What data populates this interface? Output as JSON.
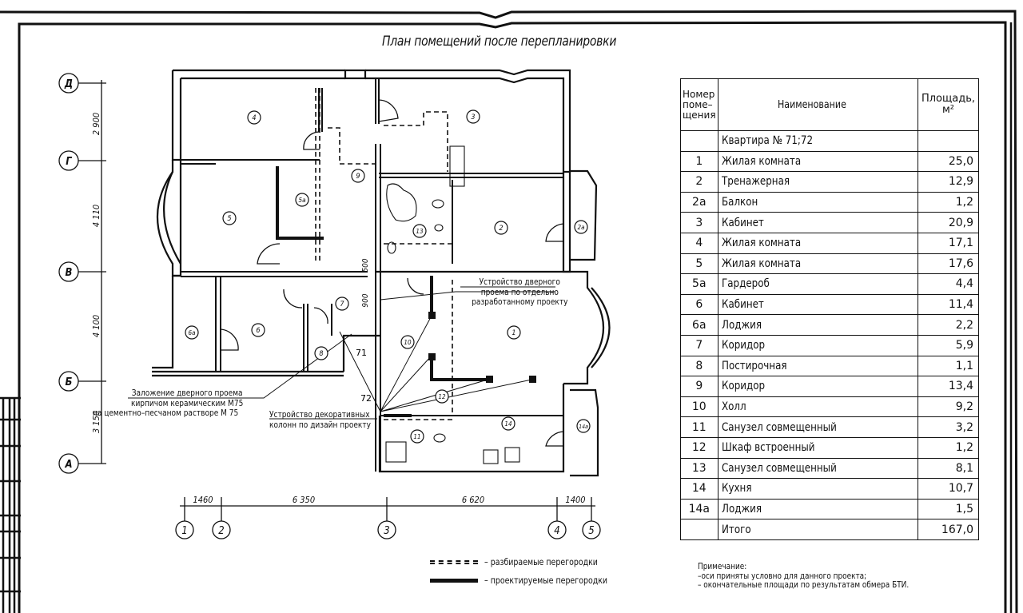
{
  "drawing": {
    "title": "План помещений после перепланировки",
    "axes_rows": [
      {
        "label": "Д"
      },
      {
        "label": "Г"
      },
      {
        "label": "В"
      },
      {
        "label": "Б"
      },
      {
        "label": "А"
      }
    ],
    "row_dimensions": [
      "2 900",
      "4 110",
      "4 100",
      "3 150"
    ],
    "axes_cols": [
      {
        "label": "1"
      },
      {
        "label": "2"
      },
      {
        "label": "3"
      },
      {
        "label": "4"
      },
      {
        "label": "5"
      }
    ],
    "col_dimensions": [
      "1460",
      "6 350",
      "6 620",
      "1400"
    ],
    "inner_dimensions": [
      "500",
      "900"
    ],
    "room_markers": [
      "1",
      "2",
      "2а",
      "3",
      "4",
      "5",
      "5а",
      "6",
      "6а",
      "7",
      "8",
      "9",
      "10",
      "11",
      "12",
      "13",
      "14",
      "14а"
    ],
    "apartment_labels": [
      "71",
      "72"
    ],
    "annotations": {
      "door_opening_new": [
        "Устройство дверного",
        "проема по отдельно",
        "разработанному проекту"
      ],
      "door_fill": [
        "Заложение дверного проема",
        "кирпичом керамическим М75",
        "на цементно–песчаном растворе М 75"
      ],
      "decor_columns": [
        "Устройство декоративных",
        "колонн по дизайн проекту"
      ]
    },
    "legend": {
      "dismantled": "– разбираемые перегородки",
      "designed": "– проектируемые перегородки"
    }
  },
  "table": {
    "headers": {
      "number": "Номер поме- щения",
      "number_lines": [
        "Номер",
        "поме–",
        "щения"
      ],
      "name": "Наименование",
      "area": "Площадь,",
      "area_unit": "м²"
    },
    "apartment": "Квартира № 71;72",
    "rows": [
      {
        "num": "1",
        "name": "Жилая комната",
        "area": "25,0"
      },
      {
        "num": "2",
        "name": "Тренажерная",
        "area": "12,9"
      },
      {
        "num": "2а",
        "name": "Балкон",
        "area": "1,2"
      },
      {
        "num": "3",
        "name": "Кабинет",
        "area": "20,9"
      },
      {
        "num": "4",
        "name": "Жилая комната",
        "area": "17,1"
      },
      {
        "num": "5",
        "name": "Жилая комната",
        "area": "17,6"
      },
      {
        "num": "5а",
        "name": "Гардероб",
        "area": "4,4"
      },
      {
        "num": "6",
        "name": "Кабинет",
        "area": "11,4"
      },
      {
        "num": "6а",
        "name": "Лоджия",
        "area": "2,2"
      },
      {
        "num": "7",
        "name": "Коридор",
        "area": "5,9"
      },
      {
        "num": "8",
        "name": "Постирочная",
        "area": "1,1"
      },
      {
        "num": "9",
        "name": "Коридор",
        "area": "13,4"
      },
      {
        "num": "10",
        "name": "Холл",
        "area": "9,2"
      },
      {
        "num": "11",
        "name": "Санузел совмещенный",
        "area": "3,2"
      },
      {
        "num": "12",
        "name": "Шкаф встроенный",
        "area": "1,2"
      },
      {
        "num": "13",
        "name": "Санузел совмещенный",
        "area": "8,1"
      },
      {
        "num": "14",
        "name": "Кухня",
        "area": "10,7"
      },
      {
        "num": "14а",
        "name": "Лоджия",
        "area": "1,5"
      }
    ],
    "total_label": "Итого",
    "total_area": "167,0"
  },
  "note": {
    "heading": "Примечание:",
    "lines": [
      "–оси приняты условно для данного проекта;",
      "– окончательные площади по результатам обмера БТИ."
    ]
  }
}
